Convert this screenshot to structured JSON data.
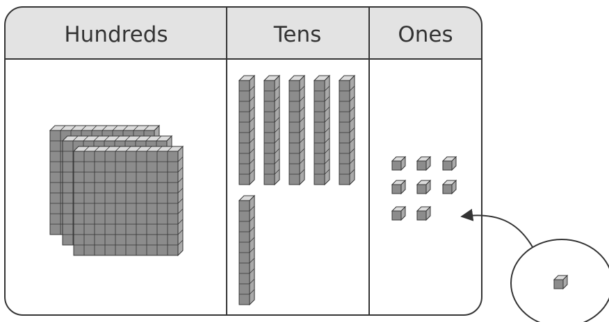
{
  "chart": {
    "columns": [
      {
        "key": "hundreds",
        "label": "Hundreds",
        "blocks": 3
      },
      {
        "key": "tens",
        "label": "Tens",
        "blocks": 6
      },
      {
        "key": "ones",
        "label": "Ones",
        "blocks": 8
      }
    ],
    "callout": {
      "blocks": 1
    }
  },
  "colors": {
    "header_fill": "#e3e3e3",
    "block_face": "#8c8c8c",
    "block_top": "#dcdcdc",
    "block_side": "#aaaaaa",
    "outline": "#333333"
  }
}
